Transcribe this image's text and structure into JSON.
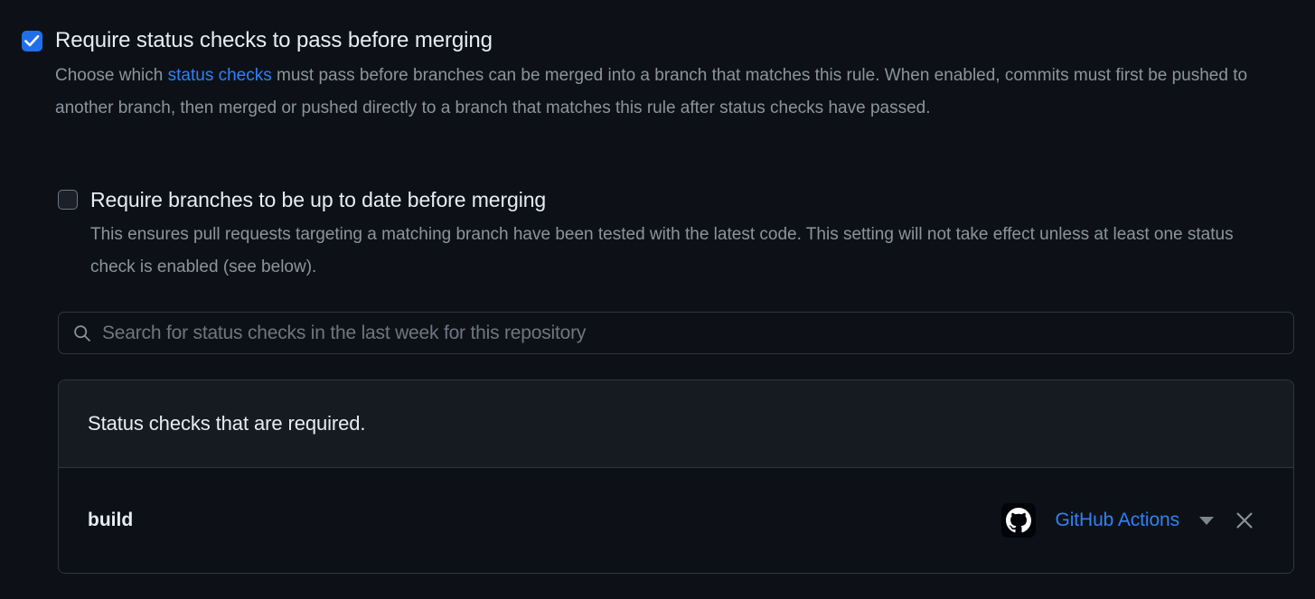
{
  "primary_setting": {
    "checked": true,
    "label": "Require status checks to pass before merging",
    "description_part1": "Choose which ",
    "description_link": "status checks",
    "description_part2": " must pass before branches can be merged into a branch that matches this rule. When enabled, commits must first be pushed to another branch, then merged or pushed directly to a branch that matches this rule after status checks have passed."
  },
  "secondary_setting": {
    "checked": false,
    "label": "Require branches to be up to date before merging",
    "description": "This ensures pull requests targeting a matching branch have been tested with the latest code. This setting will not take effect unless at least one status check is enabled (see below)."
  },
  "search": {
    "placeholder": "Search for status checks in the last week for this repository",
    "value": "",
    "icon": "search-icon"
  },
  "panel": {
    "header_title": "Status checks that are required.",
    "rows": [
      {
        "name": "build",
        "app_label": "GitHub Actions",
        "app_icon": "github-mark-icon",
        "caret_icon": "chevron-down-icon",
        "remove_icon": "close-icon"
      }
    ]
  },
  "colors": {
    "page_background": "#0d1117",
    "panel_header_background": "#161b22",
    "border": "#30363d",
    "accent_blue": "#2f81f7",
    "checkbox_checked": "#1f6feb",
    "text_primary": "#e6edf3",
    "text_muted": "#8b949e",
    "placeholder": "#6e7681"
  }
}
